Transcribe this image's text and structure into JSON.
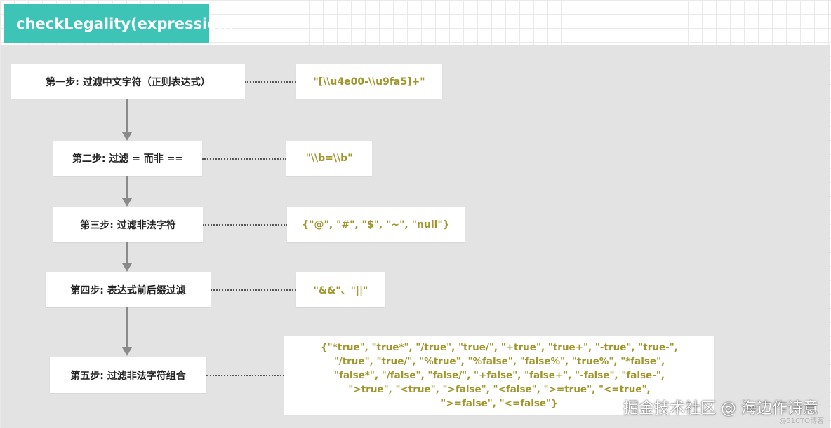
{
  "title": "checkLegality(expression)",
  "steps": [
    {
      "label": "第一步: 过滤中文字符（正则表达式）",
      "value": "\"[\\\\u4e00-\\\\u9fa5]+\""
    },
    {
      "label": "第二步: 过滤 = 而非 ==",
      "value": "\"\\\\b=\\\\b\""
    },
    {
      "label": "第三步: 过滤非法字符",
      "value": "{\"@\", \"#\", \"$\", \"~\", \"null\"}"
    },
    {
      "label": "第四步:  表达式前后缀过滤",
      "value": "\"&&\"、\"||\""
    },
    {
      "label": "第五步: 过滤非法字符组合",
      "value_lines": [
        "{\"*true\", \"true*\", \"/true\", \"true/\", \"+true\", \"true+\", \"-true\", \"true-\",",
        "\"/true\", \"true/\", \"%true\", \"%false\", \"false%\", \"true%\", \"*false\",",
        "\"false*\", \"/false\", \"false/\", \"+false\", \"false+\", \"-false\", \"false-\",",
        "\">true\", \"<true\", \">false\", \"<false\", \">=true\", \"<=true\",",
        "\">=false\", \"<=false\"}"
      ]
    }
  ],
  "watermark": "掘金技术社区 @ 海边作诗意",
  "watermark_small": "@51CTO博客",
  "colors": {
    "title_bg": "#3dc4b6",
    "panel_bg": "#e3e3e3",
    "value_text": "#a0962c",
    "arrow": "#8a8a8a"
  }
}
